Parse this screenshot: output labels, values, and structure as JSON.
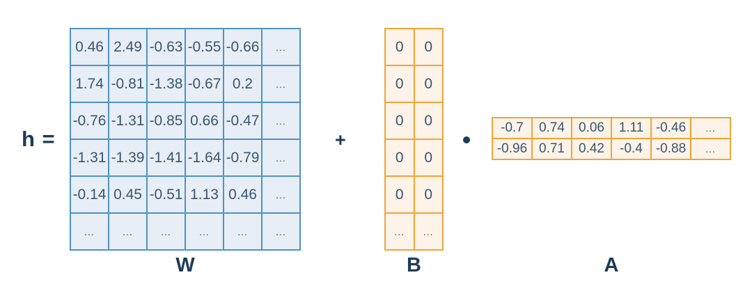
{
  "equation": {
    "lhs_label": "h =",
    "plus_operator": "+",
    "dot_operator_icon": "dot-product",
    "description_colors": {
      "blue_border": "#4d92c8",
      "blue_fill": "#e8eef6",
      "orange_border": "#f0a437",
      "orange_fill": "#fdf3e8",
      "cell_text": "#3a566e",
      "label_text": "#1d3b57"
    }
  },
  "matrices": {
    "w": {
      "label": "W",
      "rows": [
        [
          "0.46",
          "2.49",
          "-0.63",
          "-0.55",
          "-0.66",
          "..."
        ],
        [
          "1.74",
          "-0.81",
          "-1.38",
          "-0.67",
          "0.2",
          "..."
        ],
        [
          "-0.76",
          "-1.31",
          "-0.85",
          "0.66",
          "-0.47",
          "..."
        ],
        [
          "-1.31",
          "-1.39",
          "-1.41",
          "-1.64",
          "-0.79",
          "..."
        ],
        [
          "-0.14",
          "0.45",
          "-0.51",
          "1.13",
          "0.46",
          "..."
        ],
        [
          "...",
          "...",
          "...",
          "...",
          "...",
          "..."
        ]
      ]
    },
    "b": {
      "label": "B",
      "rows": [
        [
          "0",
          "0"
        ],
        [
          "0",
          "0"
        ],
        [
          "0",
          "0"
        ],
        [
          "0",
          "0"
        ],
        [
          "0",
          "0"
        ],
        [
          "...",
          "..."
        ]
      ]
    },
    "a": {
      "label": "A",
      "rows": [
        [
          "-0.7",
          "0.74",
          "0.06",
          "1.11",
          "-0.46",
          "..."
        ],
        [
          "-0.96",
          "0.71",
          "0.42",
          "-0.4",
          "-0.88",
          "..."
        ]
      ]
    }
  }
}
